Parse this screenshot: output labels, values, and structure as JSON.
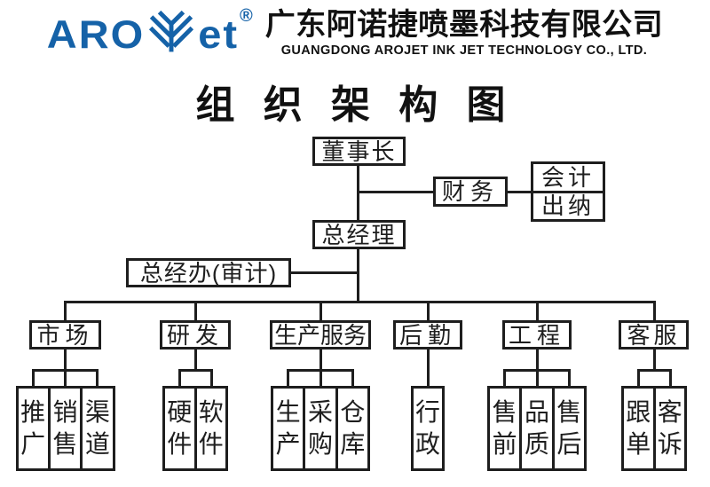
{
  "header": {
    "logo": {
      "aro": "ARO",
      "et": "et",
      "reg": "®"
    },
    "brand_color": "#1562a8",
    "company_cn": "广东阿诺捷喷墨科技有限公司",
    "company_en": "GUANGDONG AROJET INK JET TECHNOLOGY CO., LTD."
  },
  "title": "组 织 架 构 图",
  "chart": {
    "chairman": "董事长",
    "finance": "财务",
    "finance_sub": [
      "会计",
      "出纳"
    ],
    "general_manager": "总经理",
    "gm_office": "总经办(审计)",
    "departments": [
      {
        "label": "市场",
        "children": [
          "推广",
          "销售",
          "渠道"
        ]
      },
      {
        "label": "研发",
        "children": [
          "硬件",
          "软件"
        ]
      },
      {
        "label": "生产服务",
        "children": [
          "生产",
          "采购",
          "仓库"
        ]
      },
      {
        "label": "后勤",
        "children": [
          "行政"
        ]
      },
      {
        "label": "工程",
        "children": [
          "售前",
          "品质",
          "售后"
        ]
      },
      {
        "label": "客服",
        "children": [
          "跟单",
          "客诉"
        ]
      }
    ],
    "line_color": "#1e1e1e"
  }
}
